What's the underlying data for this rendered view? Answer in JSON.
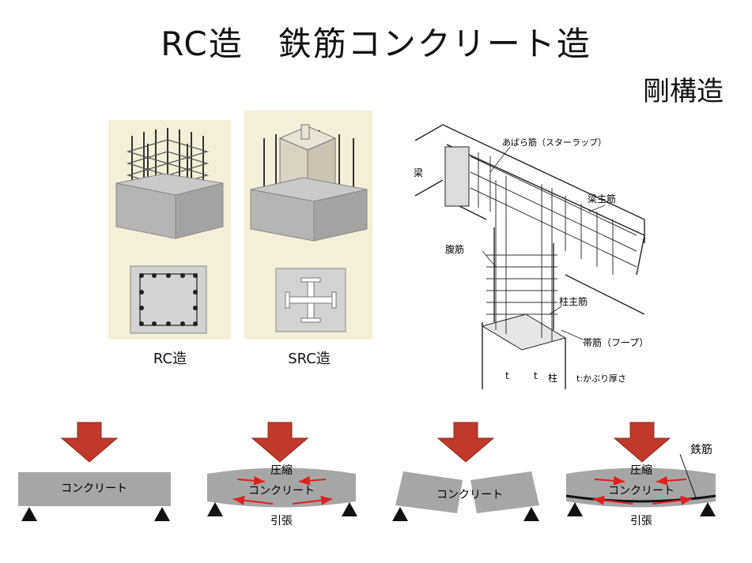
{
  "title": "RC造　鉄筋コンクリート造",
  "subtitle": "剛構造",
  "captions": {
    "rc": "RC造",
    "src": "SRC造"
  },
  "detail_labels": {
    "abara": "あばら筋（スターラップ）",
    "beam": "梁",
    "beam_main": "梁主筋",
    "web": "腹筋",
    "col_main": "柱主筋",
    "hoop": "帯筋（フープ）",
    "t1": "t",
    "t2": "t",
    "column": "柱",
    "cover": "t:かぶり厚さ"
  },
  "beams": {
    "concrete": "コンクリート",
    "compression": "圧縮",
    "tension": "引張",
    "rebar": "鉄筋"
  },
  "colors": {
    "arrow": "#c0392b",
    "concrete": "#a6a6a6",
    "panel": "#f4efd9",
    "force": "#e02020"
  }
}
